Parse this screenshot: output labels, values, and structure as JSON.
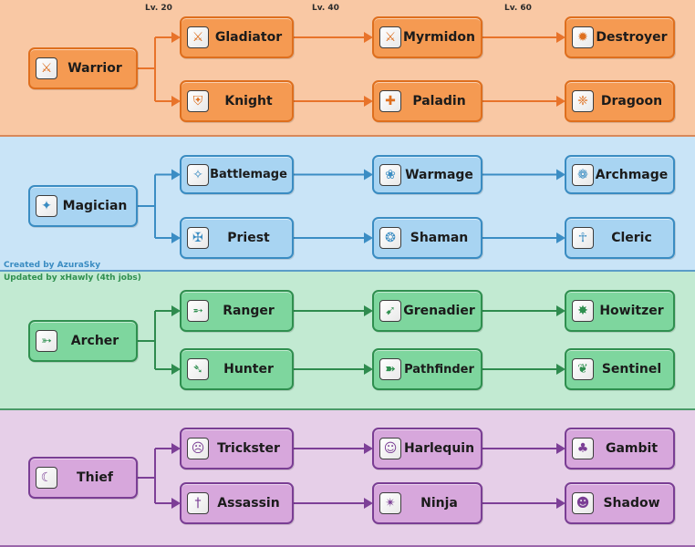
{
  "levels": [
    "Lv. 20",
    "Lv. 40",
    "Lv. 60"
  ],
  "credits": {
    "created": "Created by AzuraSky",
    "updated": "Updated by xHawly (4th jobs)"
  },
  "colors": {
    "warrior": {
      "bg": "#f9c8a4",
      "node": "#f59a52",
      "border": "#de6f1e",
      "line": "#e8732a"
    },
    "magician": {
      "bg": "#c9e4f7",
      "node": "#a8d4f2",
      "border": "#3a8cc2",
      "line": "#3b8dc4"
    },
    "archer": {
      "bg": "#c2ead2",
      "node": "#7ed69e",
      "border": "#2f8f4f",
      "line": "#2e8b4e"
    },
    "thief": {
      "bg": "#e6cfe8",
      "node": "#d7a7dc",
      "border": "#7a3e94",
      "line": "#7d3f97"
    }
  },
  "branches": [
    {
      "key": "warrior",
      "base": {
        "label": "Warrior",
        "icon": "sword-icon"
      },
      "paths": [
        [
          {
            "label": "Gladiator",
            "icon": "sword-icon"
          },
          {
            "label": "Myrmidon",
            "icon": "blades-icon"
          },
          {
            "label": "Destroyer",
            "icon": "flame-emblem-icon"
          }
        ],
        [
          {
            "label": "Knight",
            "icon": "shield-icon"
          },
          {
            "label": "Paladin",
            "icon": "cross-icon"
          },
          {
            "label": "Dragoon",
            "icon": "dragon-emblem-icon"
          }
        ]
      ]
    },
    {
      "key": "magician",
      "base": {
        "label": "Magician",
        "icon": "wand-icon"
      },
      "paths": [
        [
          {
            "label": "Battlemage",
            "icon": "staff-strike-icon"
          },
          {
            "label": "Warmage",
            "icon": "winged-staff-icon"
          },
          {
            "label": "Archmage",
            "icon": "wing-emblem-icon"
          }
        ],
        [
          {
            "label": "Priest",
            "icon": "holy-staff-icon"
          },
          {
            "label": "Shaman",
            "icon": "magic-circle-icon"
          },
          {
            "label": "Cleric",
            "icon": "angel-icon"
          }
        ]
      ]
    },
    {
      "key": "archer",
      "base": {
        "label": "Archer",
        "icon": "bow-icon"
      },
      "paths": [
        [
          {
            "label": "Ranger",
            "icon": "arrow-icon"
          },
          {
            "label": "Grenadier",
            "icon": "crossbow-icon"
          },
          {
            "label": "Howitzer",
            "icon": "cannon-icon"
          }
        ],
        [
          {
            "label": "Hunter",
            "icon": "hunting-bow-icon"
          },
          {
            "label": "Pathfinder",
            "icon": "wind-arrow-icon"
          },
          {
            "label": "Sentinel",
            "icon": "eagle-icon"
          }
        ]
      ]
    },
    {
      "key": "thief",
      "base": {
        "label": "Thief",
        "icon": "claw-icon"
      },
      "paths": [
        [
          {
            "label": "Trickster",
            "icon": "jester-icon"
          },
          {
            "label": "Harlequin",
            "icon": "mask-icon"
          },
          {
            "label": "Gambit",
            "icon": "card-icon"
          }
        ],
        [
          {
            "label": "Assassin",
            "icon": "dagger-icon"
          },
          {
            "label": "Ninja",
            "icon": "shuriken-icon"
          },
          {
            "label": "Shadow",
            "icon": "shadow-face-icon"
          }
        ]
      ]
    }
  ]
}
